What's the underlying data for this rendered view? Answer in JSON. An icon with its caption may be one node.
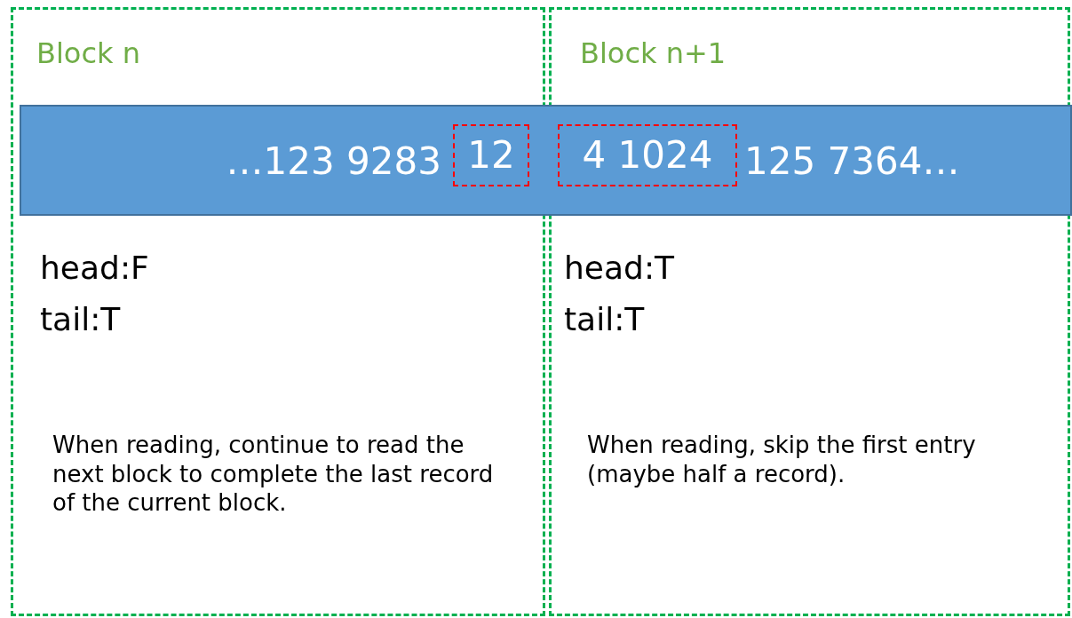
{
  "diagram": {
    "nodes": [
      {
        "text": [
          "Block n",
          "head:F",
          "tail:T",
          "When reading, continue to read the next block to complete the last record of the current block."
        ]
      },
      {
        "text": [
          "Block n+1",
          "head:T",
          "tail:T",
          "When reading, skip the first entry (maybe half a record)."
        ]
      },
      {
        "text": [
          "…123 9283",
          "125 7364…"
        ]
      },
      {
        "text": [
          "12"
        ]
      },
      {
        "text": [
          "4 1024"
        ]
      }
    ]
  }
}
